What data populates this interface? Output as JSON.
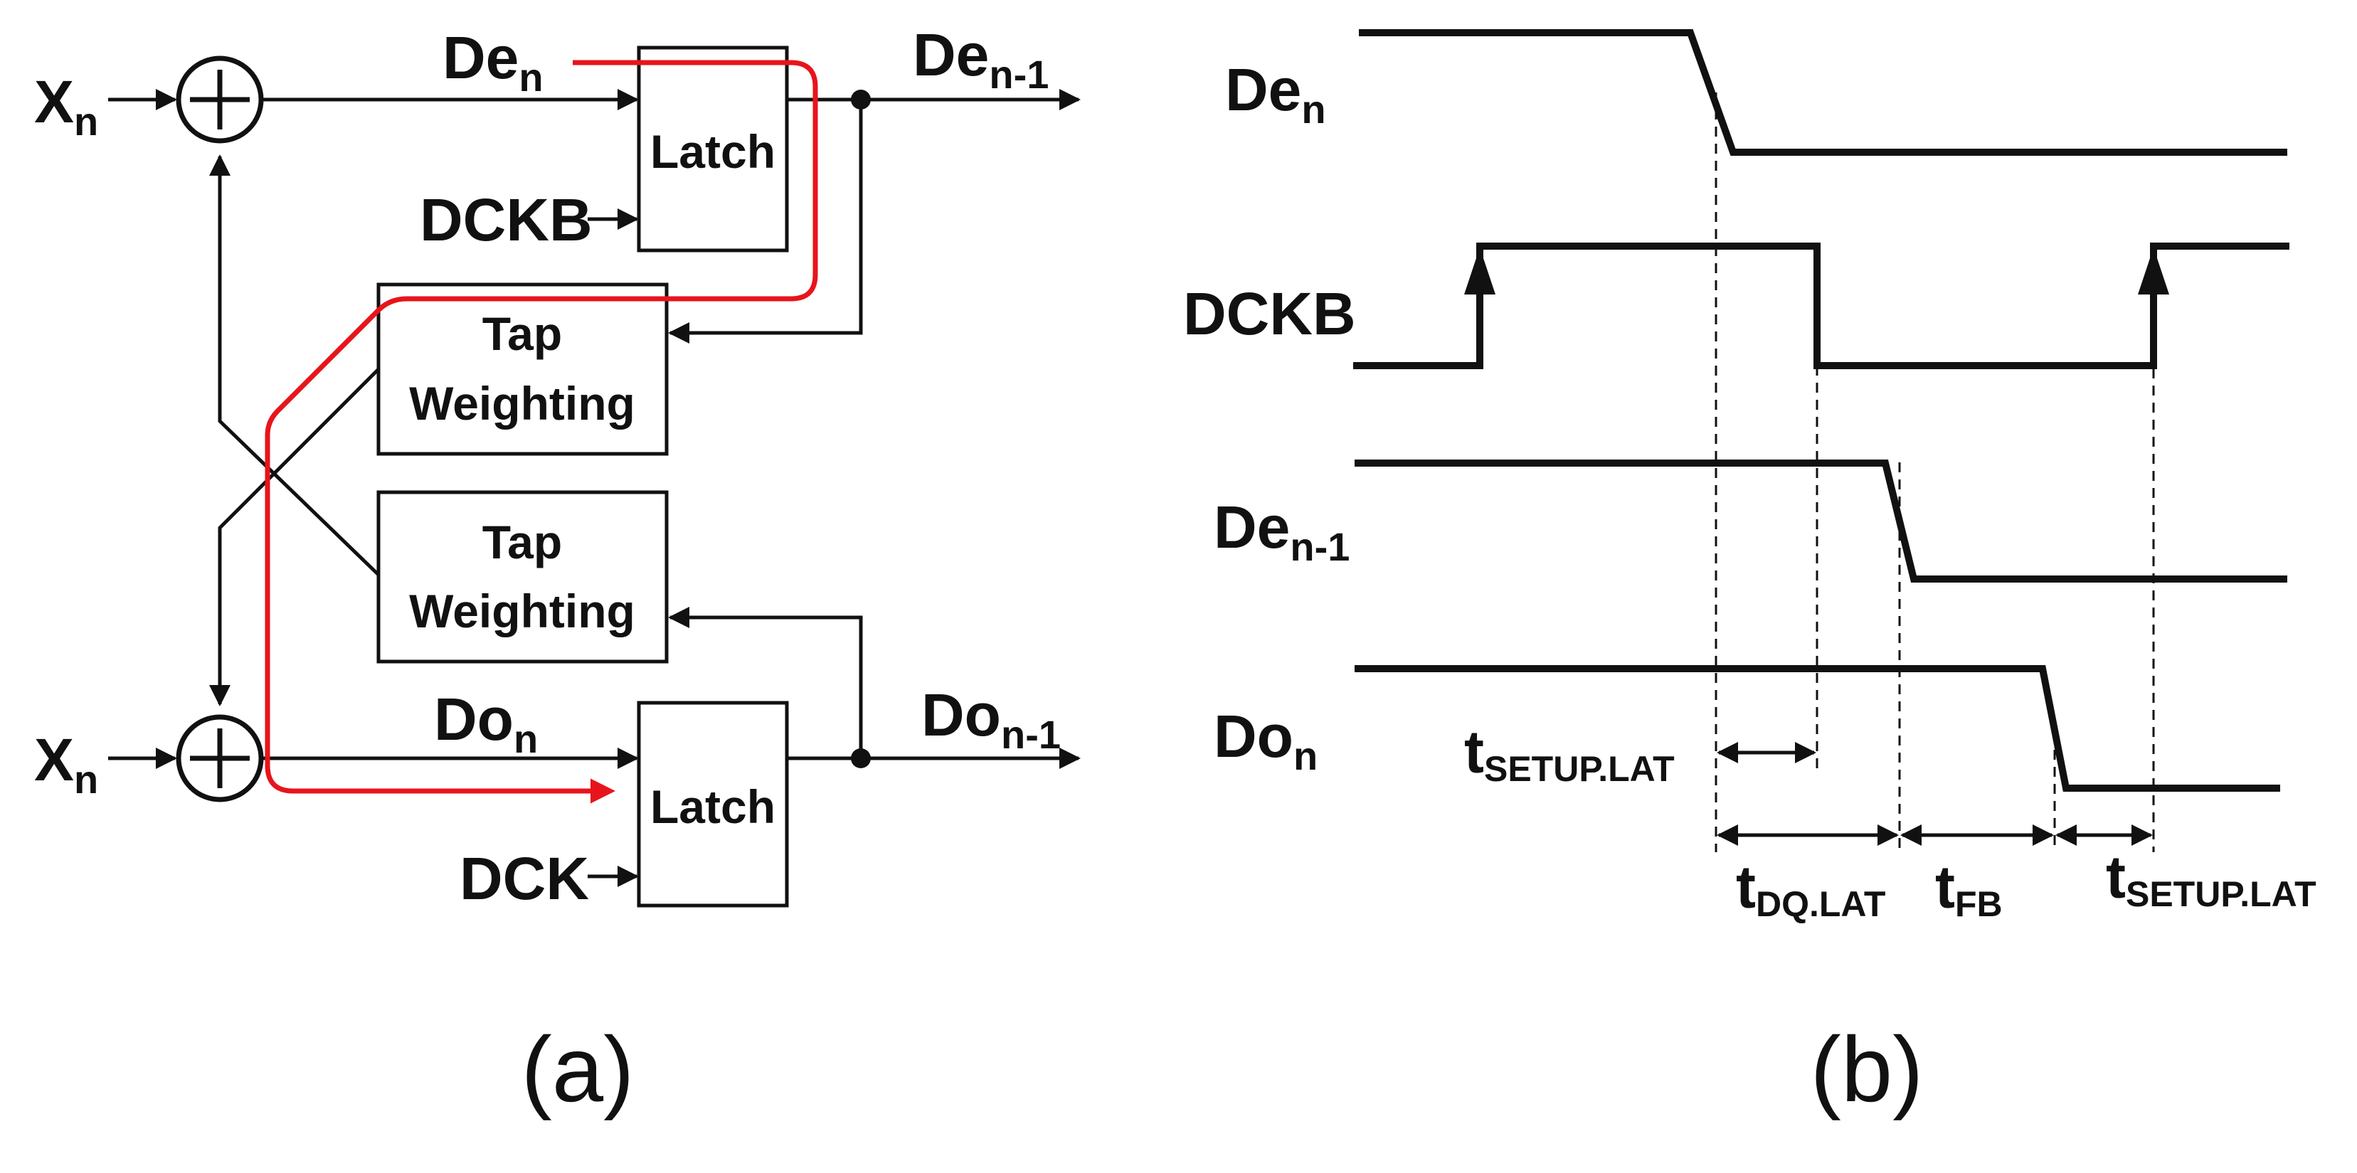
{
  "panel_a": {
    "caption": "(a)",
    "inputs": {
      "top": {
        "base": "X",
        "sub": "n"
      },
      "bottom": {
        "base": "X",
        "sub": "n"
      }
    },
    "signals": {
      "den": {
        "base": "De",
        "sub": "n"
      },
      "den1": {
        "base": "De",
        "sub": "n-1"
      },
      "don": {
        "base": "Do",
        "sub": "n"
      },
      "don1": {
        "base": "Do",
        "sub": "n-1"
      },
      "dckb": "DCKB",
      "dck": "DCK"
    },
    "blocks": {
      "latch_top": "Latch",
      "latch_bottom": "Latch",
      "tap_top": [
        "Tap",
        "Weighting"
      ],
      "tap_bottom": [
        "Tap",
        "Weighting"
      ]
    },
    "colors": {
      "critical_path": "#e8141b",
      "lines": "#111111"
    }
  },
  "panel_b": {
    "caption": "(b)",
    "waveforms": {
      "den": {
        "base": "De",
        "sub": "n"
      },
      "dckb": "DCKB",
      "den1": {
        "base": "De",
        "sub": "n-1"
      },
      "don": {
        "base": "Do",
        "sub": "n"
      }
    },
    "timing": {
      "setup1": {
        "base": "t",
        "sub": "SETUP.LAT"
      },
      "dq": {
        "base": "t",
        "sub": "DQ.LAT"
      },
      "fb": {
        "base": "t",
        "sub": "FB"
      },
      "setup2": {
        "base": "t",
        "sub": "SETUP.LAT"
      }
    }
  }
}
